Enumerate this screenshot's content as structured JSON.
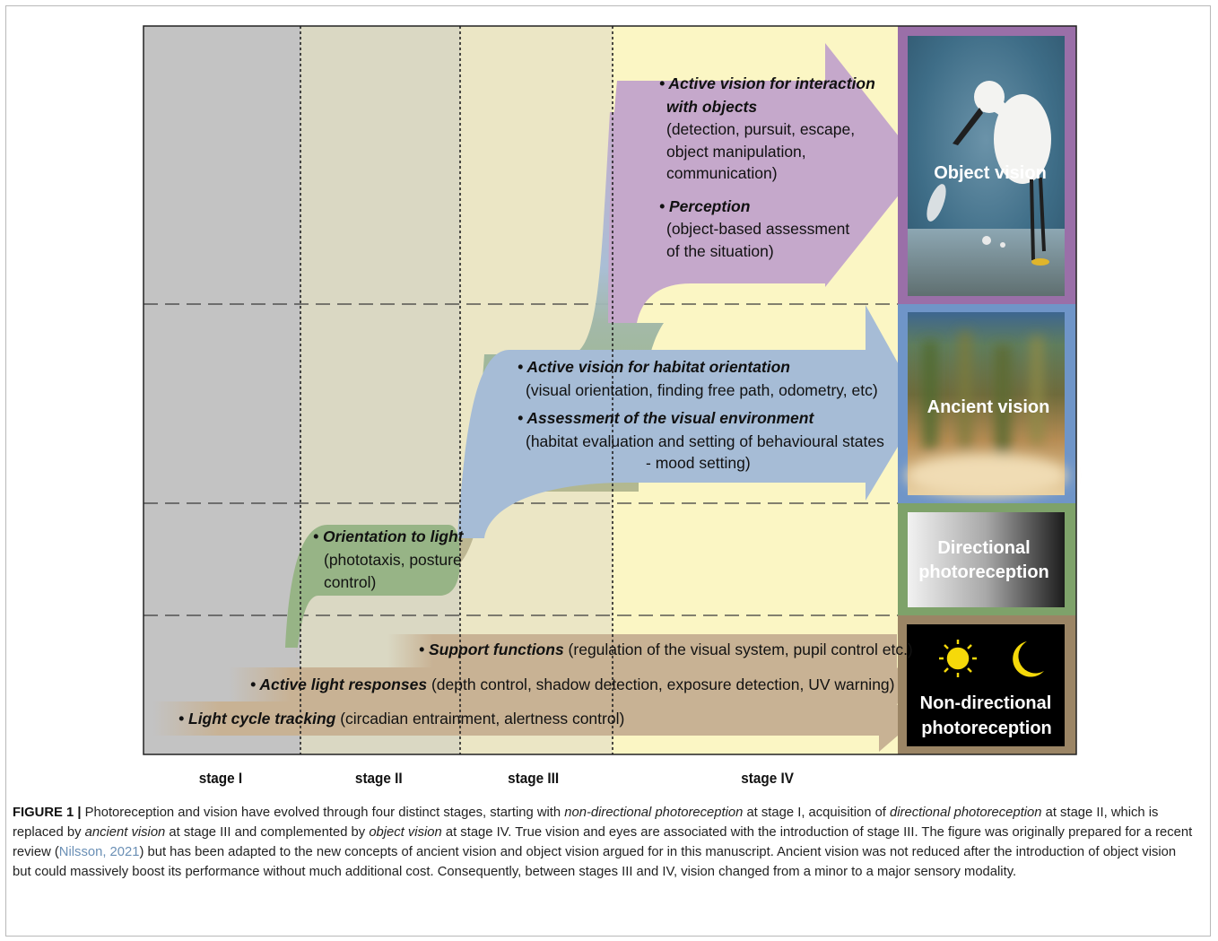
{
  "stages": [
    "stage I",
    "stage II",
    "stage III",
    "stage IV"
  ],
  "arrows": {
    "object_vision": {
      "item1_title_line1": "Active vision for interaction",
      "item1_title_line2": "with objects",
      "item1_desc": [
        "(detection, pursuit, escape,",
        "object manipulation,",
        "communication)"
      ],
      "item2_title": "Perception",
      "item2_desc": [
        "(object-based assessment",
        " of the situation)"
      ]
    },
    "ancient_vision": {
      "item1_title": "Active vision for habitat orientation",
      "item1_desc": "(visual orientation,  finding free path, odometry, etc)",
      "item2_title": "Assessment of the visual environment",
      "item2_desc": [
        "(habitat evaluation and setting of behavioural states",
        "- mood setting)"
      ]
    },
    "directional": {
      "title": "Orientation to light",
      "desc": [
        "(phototaxis, posture",
        "control)"
      ]
    },
    "support": {
      "title": "Support functions",
      "desc": " (regulation of the visual system, pupil control etc.)"
    },
    "active_light": {
      "title": "Active light responses",
      "desc": " (depth control, shadow detection, exposure detection, UV warning)"
    },
    "light_cycle": {
      "title": "Light cycle tracking",
      "desc": " (circadian entrainment, alertness control)"
    }
  },
  "panels": {
    "object_vision": "Object vision",
    "ancient_vision": "Ancient vision",
    "directional": [
      "Directional",
      "photoreception"
    ],
    "non_directional": [
      "Non-directional",
      "photoreception"
    ],
    "icons": [
      "sun-icon",
      "moon-icon",
      "egret-photo",
      "blurred-habitat-photo"
    ]
  },
  "colors": {
    "object_arrow": "#c5a8cb",
    "ancient_arrow": "#a6bcd6",
    "directional_arrow": "#97b486",
    "nondirectional_arrow": "#c8b294",
    "stage1_bg": "#c3c3c3",
    "stage2_bg": "#dad8c3",
    "stage3_bg": "#ebe6c5",
    "stage4_bg": "#fbf6c4",
    "panel_purple": "#9a6fa8",
    "panel_blue": "#6f95c8",
    "panel_green": "#7ea26a",
    "panel_tan": "#9b8565"
  },
  "caption": {
    "label": "FIGURE 1 |",
    "t1": " Photoreception and vision have evolved through four distinct stages, starting with ",
    "e1": "non-directional photoreception",
    "t2": " at stage I, acquisition of ",
    "e2": "directional photoreception",
    "t3": " at stage II, which is replaced by ",
    "e3": "ancient vision",
    "t4": " at stage III and complemented by ",
    "e4": "object vision",
    "t5": " at stage IV. True vision and eyes are associated with the introduction of stage III. The figure was originally prepared for a recent review (",
    "cite": "Nilsson, 2021",
    "t6": ") but has been adapted to the new concepts of ancient vision and object vision argued for in this manuscript. Ancient vision was not reduced after the introduction of object vision but could massively boost its performance without much additional cost. Consequently, between stages III and IV, vision changed from a minor to a major sensory modality."
  }
}
